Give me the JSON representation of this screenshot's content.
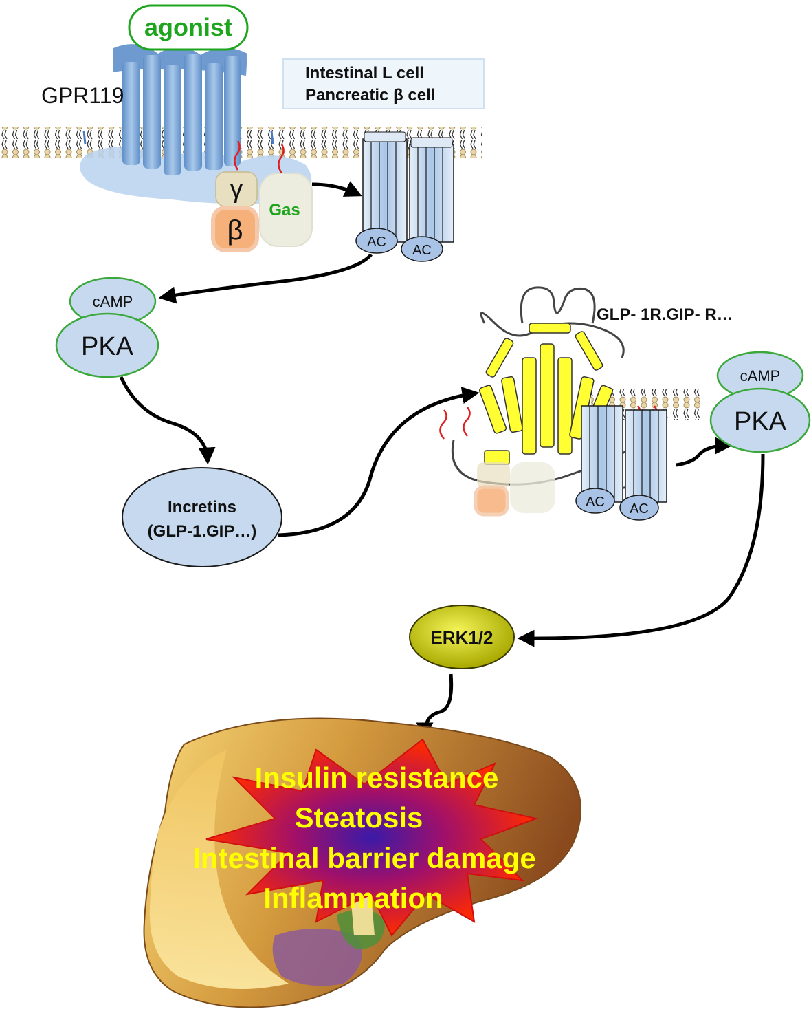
{
  "labels": {
    "agonist": "agonist",
    "receptor": "GPR119",
    "cell_line1": "Intestinal L cell",
    "cell_line2": "Pancreatic β cell",
    "gamma": "γ",
    "beta": "β",
    "gas": "Gas",
    "ac1": "AC",
    "ac2": "AC",
    "ac3": "AC",
    "ac4": "AC",
    "camp1": "cAMP",
    "pka1": "PKA",
    "camp2": "cAMP",
    "pka2": "PKA",
    "incretins1": "Incretins",
    "incretins2": "(GLP-1.GIP…)",
    "glp_receptor": "GLP- 1R.GIP- R…",
    "erk": "ERK1/2"
  },
  "outcomes": [
    "Insulin resistance",
    "Steatosis",
    "Intestinal barrier damage",
    "Inflammation"
  ],
  "colors": {
    "node_fill": "#c6d9ef",
    "node_stroke": "#3aa83a",
    "agonist_text": "#1ea51e",
    "erk_fill": "#d6d600",
    "outcome_text": "#ffff00",
    "liver_dark": "#8a4a1e",
    "liver_light": "#f2d06a",
    "star_red": "#ff2a00",
    "star_core": "#3a1aa8",
    "gpcr_blue": "#8fb4dc",
    "helix_yellow": "#ffff33"
  }
}
